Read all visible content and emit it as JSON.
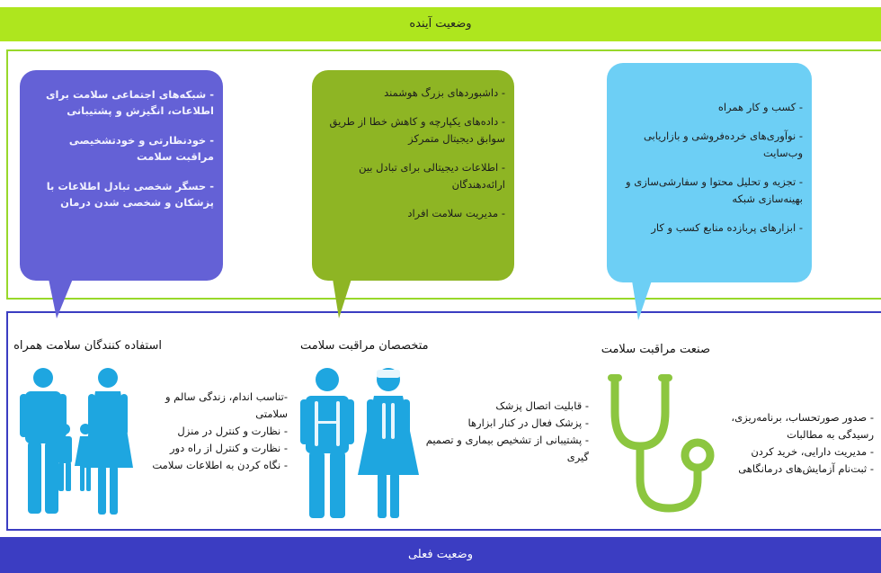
{
  "header": {
    "title": "وضعیت آینده"
  },
  "footer": {
    "title": "وضعیت فعلی"
  },
  "bubbles": [
    {
      "items": [
        "- شبکه‌های اجتماعی سلامت برای اطلاعات، انگیزش و پشتیبانی",
        "- خودنظارتی و خودتشخیصی مراقبت سلامت",
        "- حسگر شخصی تبادل اطلاعات با پزشکان و شخصی شدن درمان"
      ]
    },
    {
      "items": [
        "- داشبوردهای بزرگ هوشمند",
        "- داده‌های یکپارچه و کاهش خطا از طریق سوابق دیجیتال متمرکز",
        "- اطلاعات دیجیتالی برای تبادل بین ارائه‌دهندگان",
        "- مدیریت سلامت افراد"
      ]
    },
    {
      "items": [
        "- کسب و کار همراه",
        "- نوآوری‌های خرده‌فروشی و بازاریابی وب‌سایت",
        "- تجزیه و تحلیل محتوا و سفارشی‌سازی و بهینه‌سازی شبکه",
        "- ابزارهای پربازده منابع کسب و کار"
      ]
    }
  ],
  "groups": [
    {
      "title": "استفاده کنندگان سلامت همراه",
      "items": [
        "-تناسب اندام، زندگی سالم و سلامتی",
        "- نظارت و کنترل در منزل",
        "- نظارت و کنترل از راه دور",
        "- نگاه کردن به اطلاعات سلامت"
      ]
    },
    {
      "title": "متخصصان مراقبت سلامت",
      "items": [
        "- قابلیت اتصال پزشک",
        "- پزشک فعال در کنار ابزارها",
        "- پشتیبانی از تشخیص بیماری و تصمیم گیری"
      ]
    },
    {
      "title": "صنعت مراقبت سلامت",
      "items": [
        "- صدور صورتحساب، برنامه‌ریزی، رسیدگی به مطالبات",
        "- مدیریت دارایی، خرید کردن",
        "- ثبت‌نام آزمایش‌های درمانگاهی"
      ]
    }
  ],
  "colors": {
    "future_bar": "#aee61e",
    "current_bar": "#3b3dc2",
    "bubble_purple": "#6461d6",
    "bubble_green": "#8eb524",
    "bubble_blue": "#6dcff5",
    "figure_blue": "#1ea6e0",
    "stethoscope_green": "#8cc63f"
  },
  "icons": [
    "family-icon",
    "doctors-icon",
    "stethoscope-icon"
  ]
}
